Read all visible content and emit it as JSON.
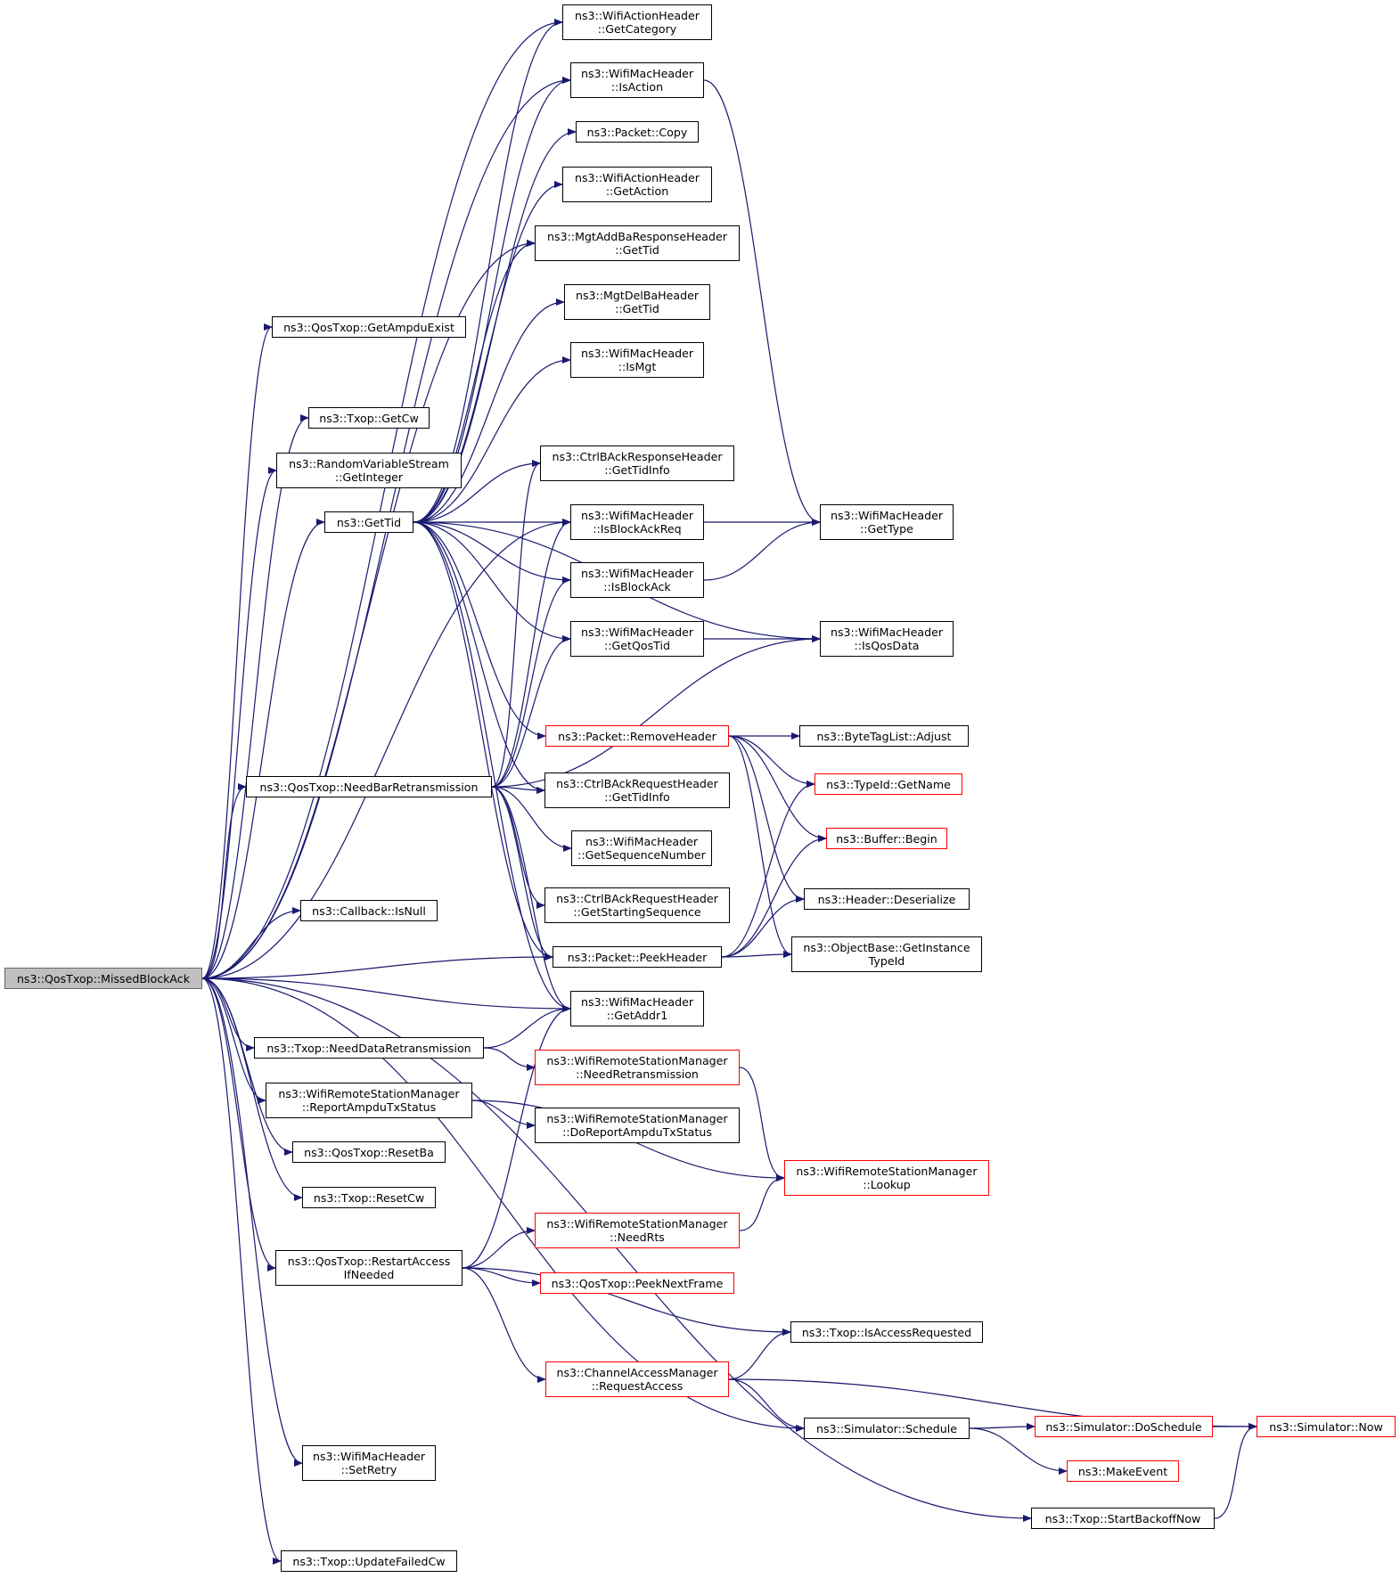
{
  "colors": {
    "edge": "#191970",
    "border": "#000000",
    "border_external": "#ff0000",
    "root_fill": "#bfbfbf"
  },
  "nodes": [
    {
      "id": "root",
      "lines": [
        "ns3::QosTxop::MissedBlockAck"
      ],
      "style": "root"
    },
    {
      "id": "getCategory",
      "lines": [
        "ns3::WifiActionHeader",
        "::GetCategory"
      ]
    },
    {
      "id": "isAction",
      "lines": [
        "ns3::WifiMacHeader",
        "::IsAction"
      ]
    },
    {
      "id": "packetCopy",
      "lines": [
        "ns3::Packet::Copy"
      ]
    },
    {
      "id": "getAction",
      "lines": [
        "ns3::WifiActionHeader",
        "::GetAction"
      ]
    },
    {
      "id": "addBaGetTid",
      "lines": [
        "ns3::MgtAddBaResponseHeader",
        "::GetTid"
      ]
    },
    {
      "id": "delBaGetTid",
      "lines": [
        "ns3::MgtDelBaHeader",
        "::GetTid"
      ]
    },
    {
      "id": "isMgt",
      "lines": [
        "ns3::WifiMacHeader",
        "::IsMgt"
      ]
    },
    {
      "id": "ctrlRespTidInfo",
      "lines": [
        "ns3::CtrlBAckResponseHeader",
        "::GetTidInfo"
      ]
    },
    {
      "id": "isBlockAckReq",
      "lines": [
        "ns3::WifiMacHeader",
        "::IsBlockAckReq"
      ]
    },
    {
      "id": "isBlockAck",
      "lines": [
        "ns3::WifiMacHeader",
        "::IsBlockAck"
      ]
    },
    {
      "id": "getQosTid",
      "lines": [
        "ns3::WifiMacHeader",
        "::GetQosTid"
      ]
    },
    {
      "id": "getType",
      "lines": [
        "ns3::WifiMacHeader",
        "::GetType"
      ]
    },
    {
      "id": "isQosData",
      "lines": [
        "ns3::WifiMacHeader",
        "::IsQosData"
      ]
    },
    {
      "id": "getAmpduExist",
      "lines": [
        "ns3::QosTxop::GetAmpduExist"
      ]
    },
    {
      "id": "getCw",
      "lines": [
        "ns3::Txop::GetCw"
      ]
    },
    {
      "id": "getInteger",
      "lines": [
        "ns3::RandomVariableStream",
        "::GetInteger"
      ]
    },
    {
      "id": "getTid",
      "lines": [
        "ns3::GetTid"
      ]
    },
    {
      "id": "removeHeader",
      "lines": [
        "ns3::Packet::RemoveHeader"
      ],
      "style": "red"
    },
    {
      "id": "adjust",
      "lines": [
        "ns3::ByteTagList::Adjust"
      ]
    },
    {
      "id": "typeIdGetName",
      "lines": [
        "ns3::TypeId::GetName"
      ],
      "style": "red"
    },
    {
      "id": "bufferBegin",
      "lines": [
        "ns3::Buffer::Begin"
      ],
      "style": "red"
    },
    {
      "id": "deserialize",
      "lines": [
        "ns3::Header::Deserialize"
      ]
    },
    {
      "id": "getInstanceTypeId",
      "lines": [
        "ns3::ObjectBase::GetInstance",
        "TypeId"
      ]
    },
    {
      "id": "needBarRetx",
      "lines": [
        "ns3::QosTxop::NeedBarRetransmission"
      ]
    },
    {
      "id": "ctrlReqTidInfo",
      "lines": [
        "ns3::CtrlBAckRequestHeader",
        "::GetTidInfo"
      ]
    },
    {
      "id": "getSeqNum",
      "lines": [
        "ns3::WifiMacHeader",
        "::GetSequenceNumber"
      ]
    },
    {
      "id": "getStartSeq",
      "lines": [
        "ns3::CtrlBAckRequestHeader",
        "::GetStartingSequence"
      ]
    },
    {
      "id": "isNull",
      "lines": [
        "ns3::Callback::IsNull"
      ]
    },
    {
      "id": "peekHeader",
      "lines": [
        "ns3::Packet::PeekHeader"
      ]
    },
    {
      "id": "getAddr1",
      "lines": [
        "ns3::WifiMacHeader",
        "::GetAddr1"
      ]
    },
    {
      "id": "needDataRetx",
      "lines": [
        "ns3::Txop::NeedDataRetransmission"
      ]
    },
    {
      "id": "rsmNeedRetx",
      "lines": [
        "ns3::WifiRemoteStationManager",
        "::NeedRetransmission"
      ],
      "style": "red"
    },
    {
      "id": "reportAmpdu",
      "lines": [
        "ns3::WifiRemoteStationManager",
        "::ReportAmpduTxStatus"
      ]
    },
    {
      "id": "doReportAmpdu",
      "lines": [
        "ns3::WifiRemoteStationManager",
        "::DoReportAmpduTxStatus"
      ]
    },
    {
      "id": "resetBa",
      "lines": [
        "ns3::QosTxop::ResetBa"
      ]
    },
    {
      "id": "lookup",
      "lines": [
        "ns3::WifiRemoteStationManager",
        "::Lookup"
      ],
      "style": "red"
    },
    {
      "id": "resetCw",
      "lines": [
        "ns3::Txop::ResetCw"
      ]
    },
    {
      "id": "needRts",
      "lines": [
        "ns3::WifiRemoteStationManager",
        "::NeedRts"
      ],
      "style": "red"
    },
    {
      "id": "restartAccess",
      "lines": [
        "ns3::QosTxop::RestartAccess",
        "IfNeeded"
      ]
    },
    {
      "id": "peekNextFrame",
      "lines": [
        "ns3::QosTxop::PeekNextFrame"
      ],
      "style": "red"
    },
    {
      "id": "isAccessRequested",
      "lines": [
        "ns3::Txop::IsAccessRequested"
      ]
    },
    {
      "id": "requestAccess",
      "lines": [
        "ns3::ChannelAccessManager",
        "::RequestAccess"
      ],
      "style": "red"
    },
    {
      "id": "schedule",
      "lines": [
        "ns3::Simulator::Schedule"
      ]
    },
    {
      "id": "doSchedule",
      "lines": [
        "ns3::Simulator::DoSchedule"
      ],
      "style": "red"
    },
    {
      "id": "now",
      "lines": [
        "ns3::Simulator::Now"
      ],
      "style": "red"
    },
    {
      "id": "makeEvent",
      "lines": [
        "ns3::MakeEvent"
      ],
      "style": "red"
    },
    {
      "id": "setRetry",
      "lines": [
        "ns3::WifiMacHeader",
        "::SetRetry"
      ]
    },
    {
      "id": "startBackoff",
      "lines": [
        "ns3::Txop::StartBackoffNow"
      ]
    },
    {
      "id": "updateFailedCw",
      "lines": [
        "ns3::Txop::UpdateFailedCw"
      ]
    }
  ],
  "edges": [
    [
      "root",
      "getCategory"
    ],
    [
      "root",
      "isAction"
    ],
    [
      "root",
      "getAmpduExist"
    ],
    [
      "root",
      "addBaGetTid"
    ],
    [
      "root",
      "getCw"
    ],
    [
      "root",
      "getInteger"
    ],
    [
      "root",
      "getTid"
    ],
    [
      "root",
      "isBlockAckReq"
    ],
    [
      "root",
      "needBarRetx"
    ],
    [
      "root",
      "isNull"
    ],
    [
      "root",
      "peekHeader"
    ],
    [
      "root",
      "getAddr1"
    ],
    [
      "root",
      "needDataRetx"
    ],
    [
      "root",
      "reportAmpdu"
    ],
    [
      "root",
      "resetBa"
    ],
    [
      "root",
      "resetCw"
    ],
    [
      "root",
      "restartAccess"
    ],
    [
      "root",
      "schedule"
    ],
    [
      "root",
      "setRetry"
    ],
    [
      "root",
      "startBackoff"
    ],
    [
      "root",
      "updateFailedCw"
    ],
    [
      "getTid",
      "getCategory"
    ],
    [
      "getTid",
      "isAction"
    ],
    [
      "getTid",
      "packetCopy"
    ],
    [
      "getTid",
      "getAction"
    ],
    [
      "getTid",
      "addBaGetTid"
    ],
    [
      "getTid",
      "delBaGetTid"
    ],
    [
      "getTid",
      "isMgt"
    ],
    [
      "getTid",
      "ctrlRespTidInfo"
    ],
    [
      "getTid",
      "isBlockAckReq"
    ],
    [
      "getTid",
      "isBlockAck"
    ],
    [
      "getTid",
      "getQosTid"
    ],
    [
      "getTid",
      "isQosData"
    ],
    [
      "getTid",
      "removeHeader"
    ],
    [
      "getTid",
      "ctrlReqTidInfo"
    ],
    [
      "getTid",
      "peekHeader"
    ],
    [
      "getTid",
      "getAddr1"
    ],
    [
      "isAction",
      "getType"
    ],
    [
      "isBlockAckReq",
      "getType"
    ],
    [
      "isBlockAck",
      "getType"
    ],
    [
      "getQosTid",
      "isQosData"
    ],
    [
      "removeHeader",
      "adjust"
    ],
    [
      "removeHeader",
      "typeIdGetName"
    ],
    [
      "removeHeader",
      "bufferBegin"
    ],
    [
      "removeHeader",
      "deserialize"
    ],
    [
      "removeHeader",
      "getInstanceTypeId"
    ],
    [
      "needBarRetx",
      "ctrlRespTidInfo"
    ],
    [
      "needBarRetx",
      "isBlockAckReq"
    ],
    [
      "needBarRetx",
      "isBlockAck"
    ],
    [
      "needBarRetx",
      "getQosTid"
    ],
    [
      "needBarRetx",
      "isQosData"
    ],
    [
      "needBarRetx",
      "ctrlReqTidInfo"
    ],
    [
      "needBarRetx",
      "getSeqNum"
    ],
    [
      "needBarRetx",
      "getStartSeq"
    ],
    [
      "needBarRetx",
      "peekHeader"
    ],
    [
      "needBarRetx",
      "getAddr1"
    ],
    [
      "peekHeader",
      "typeIdGetName"
    ],
    [
      "peekHeader",
      "bufferBegin"
    ],
    [
      "peekHeader",
      "deserialize"
    ],
    [
      "peekHeader",
      "getInstanceTypeId"
    ],
    [
      "needDataRetx",
      "getAddr1"
    ],
    [
      "needDataRetx",
      "rsmNeedRetx"
    ],
    [
      "rsmNeedRetx",
      "lookup"
    ],
    [
      "reportAmpdu",
      "doReportAmpdu"
    ],
    [
      "reportAmpdu",
      "lookup"
    ],
    [
      "restartAccess",
      "getAddr1"
    ],
    [
      "restartAccess",
      "needRts"
    ],
    [
      "restartAccess",
      "peekNextFrame"
    ],
    [
      "restartAccess",
      "isAccessRequested"
    ],
    [
      "restartAccess",
      "requestAccess"
    ],
    [
      "needRts",
      "lookup"
    ],
    [
      "requestAccess",
      "isAccessRequested"
    ],
    [
      "requestAccess",
      "now"
    ],
    [
      "requestAccess",
      "schedule"
    ],
    [
      "schedule",
      "doSchedule"
    ],
    [
      "schedule",
      "makeEvent"
    ],
    [
      "doSchedule",
      "now"
    ],
    [
      "startBackoff",
      "now"
    ]
  ]
}
